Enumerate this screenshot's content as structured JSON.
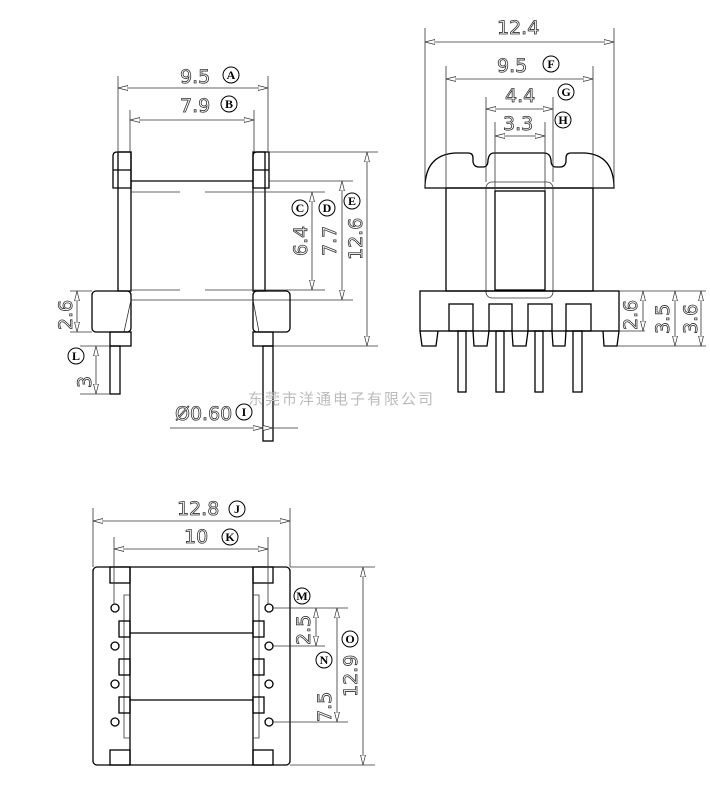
{
  "watermark": "东莞市洋通电子有限公司",
  "side_view": {
    "dims": {
      "a": {
        "value": "9.5",
        "letter": "A"
      },
      "b": {
        "value": "7.9",
        "letter": "B"
      },
      "c": {
        "value": "6.4",
        "letter": "C"
      },
      "d": {
        "value": "7.7",
        "letter": "D"
      },
      "e": {
        "value": "12.6",
        "letter": "E"
      },
      "flange": {
        "value": "2.6"
      },
      "l": {
        "value": "3",
        "letter": "L"
      },
      "i": {
        "value": "Ø0.60",
        "letter": "I"
      }
    }
  },
  "front_view": {
    "dims": {
      "overall": {
        "value": "12.4"
      },
      "f": {
        "value": "9.5",
        "letter": "F"
      },
      "g": {
        "value": "4.4",
        "letter": "G"
      },
      "h": {
        "value": "3.3",
        "letter": "H"
      },
      "h1": {
        "value": "2.6"
      },
      "h2": {
        "value": "3.5"
      },
      "h3": {
        "value": "3.6"
      }
    }
  },
  "bottom_view": {
    "dims": {
      "j": {
        "value": "12.8",
        "letter": "J"
      },
      "k": {
        "value": "10",
        "letter": "K"
      },
      "m": {
        "value": "2.5",
        "letter": "M"
      },
      "n": {
        "value": "7.5",
        "letter": "N"
      },
      "o": {
        "value": "12.9",
        "letter": "O"
      }
    }
  }
}
